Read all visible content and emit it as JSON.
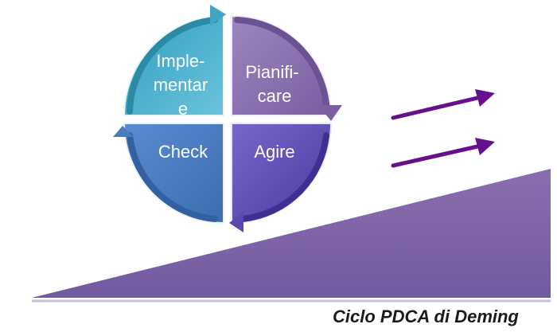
{
  "quadrants": {
    "implement": {
      "lines": [
        "Imple-",
        "mentar",
        "e"
      ]
    },
    "plan": {
      "lines": [
        "Pianifi-",
        "care"
      ]
    },
    "check": {
      "lines": [
        "Check"
      ]
    },
    "act": {
      "lines": [
        "Agire"
      ]
    }
  },
  "caption": "Ciclo PDCA di Deming",
  "colors": {
    "implement": "#4bacc6",
    "plan": "#8064a2",
    "check": "#4f81bd",
    "act": "#5f4fb0",
    "ramp": "#7f63a1",
    "arrow": "#660f8f"
  }
}
